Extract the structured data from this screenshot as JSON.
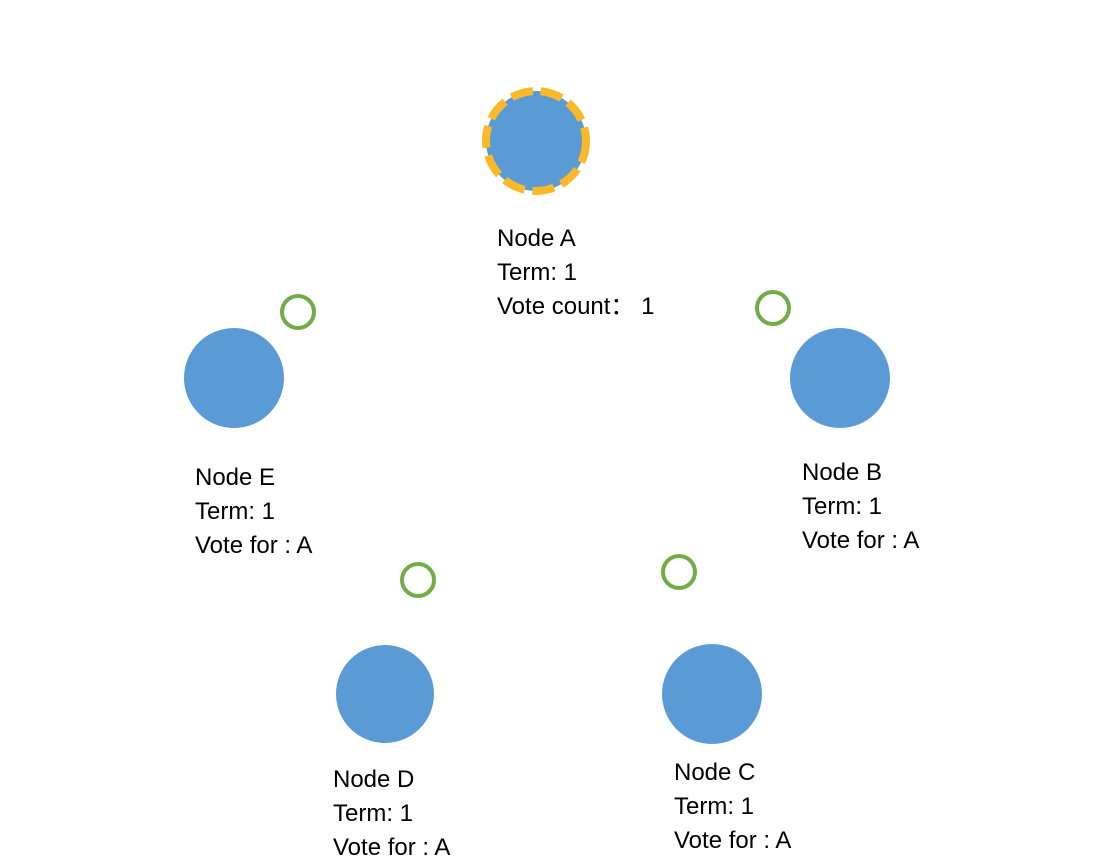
{
  "colors": {
    "node_fill": "#5b9bd5",
    "leader_ring": "#fbb829",
    "message_ring": "#70ad47",
    "text": "#000000",
    "background": "#ffffff"
  },
  "nodes": [
    {
      "id": "a",
      "name": "Node A",
      "term": "Term: 1",
      "detail": "Vote count： 1",
      "state": "candidate"
    },
    {
      "id": "b",
      "name": "Node B",
      "term": "Term: 1",
      "detail": "Vote for : A",
      "state": "follower"
    },
    {
      "id": "c",
      "name": "Node C",
      "term": "Term: 1",
      "detail": "Vote for : A",
      "state": "follower"
    },
    {
      "id": "d",
      "name": "Node D",
      "term": "Term: 1",
      "detail": "Vote for : A",
      "state": "follower"
    },
    {
      "id": "e",
      "name": "Node E",
      "term": "Term: 1",
      "detail": "Vote for : A",
      "state": "follower"
    }
  ]
}
